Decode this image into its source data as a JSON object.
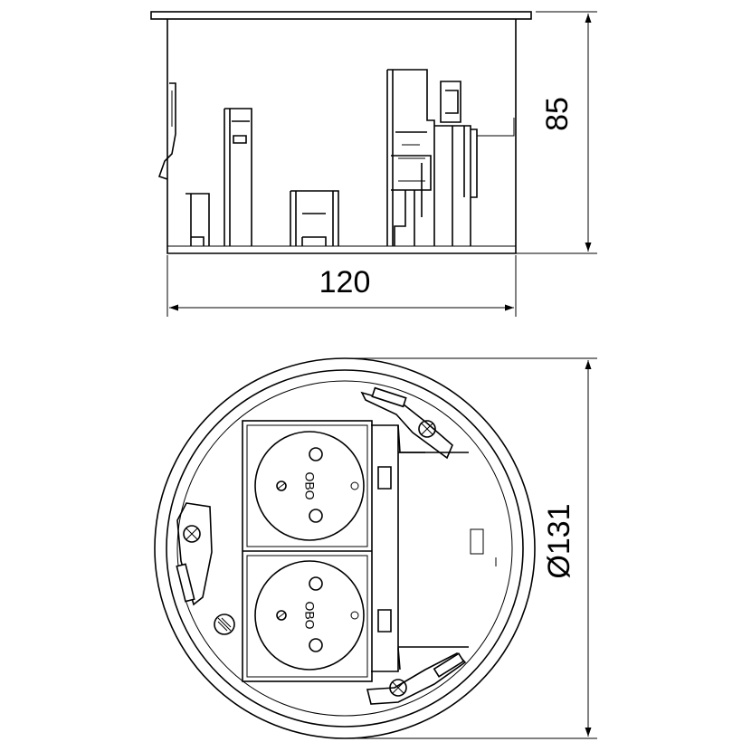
{
  "drawing": {
    "dimensions": {
      "height": "85",
      "width": "120",
      "diameter": "Ø131"
    },
    "socket_logo": "OBO",
    "colors": {
      "line": "#000000",
      "background": "#ffffff"
    }
  }
}
